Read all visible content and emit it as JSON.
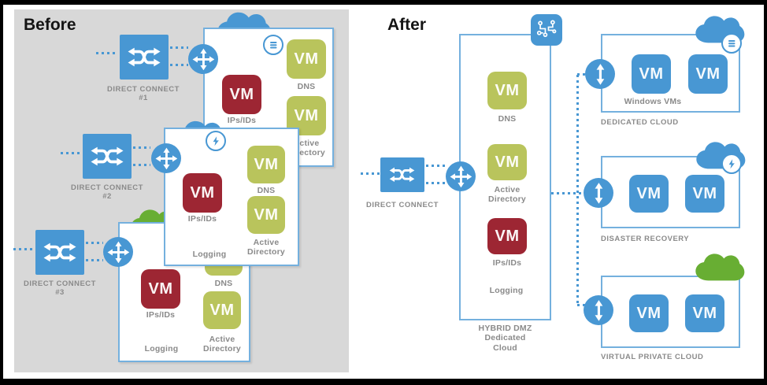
{
  "titles": {
    "before": "Before",
    "after": "After"
  },
  "shared": {
    "vm_label": "VM"
  },
  "labels": {
    "dns": "DNS",
    "active_directory": "Active Directory",
    "ips_ids": "IPs/IDs",
    "logging": "Logging"
  },
  "before": {
    "connectors": [
      "DIRECT CONNECT #1",
      "DIRECT CONNECT #2",
      "DIRECT CONNECT #3"
    ]
  },
  "after": {
    "connector": "DIRECT CONNECT",
    "hybrid_caption": [
      "HYBRID DMZ",
      "Dedicated",
      "Cloud"
    ],
    "dedicated": {
      "caption": "DEDICATED CLOUD",
      "inner": "Windows VMs"
    },
    "disaster": {
      "caption": "DISASTER RECOVERY"
    },
    "vpc": {
      "caption": "VIRTUAL PRIVATE CLOUD"
    }
  },
  "icons": {
    "switch": "crossed-arrows-switch-icon",
    "router": "four-way-arrows-router-icon",
    "sync": "vertical-double-arrow-icon",
    "chip": "circuit-chip-icon",
    "cloud": "cloud-icon",
    "stack": "server-stack-icon",
    "bolt": "lightning-bolt-icon"
  },
  "colors": {
    "blue": "#4897d3",
    "green_vm": "#b9c45c",
    "red_vm": "#9d2633",
    "green_cloud": "#68ae33",
    "label_gray": "#8a8a8a",
    "border_blue": "#74b0de",
    "panel_gray": "#d8d8d8"
  }
}
